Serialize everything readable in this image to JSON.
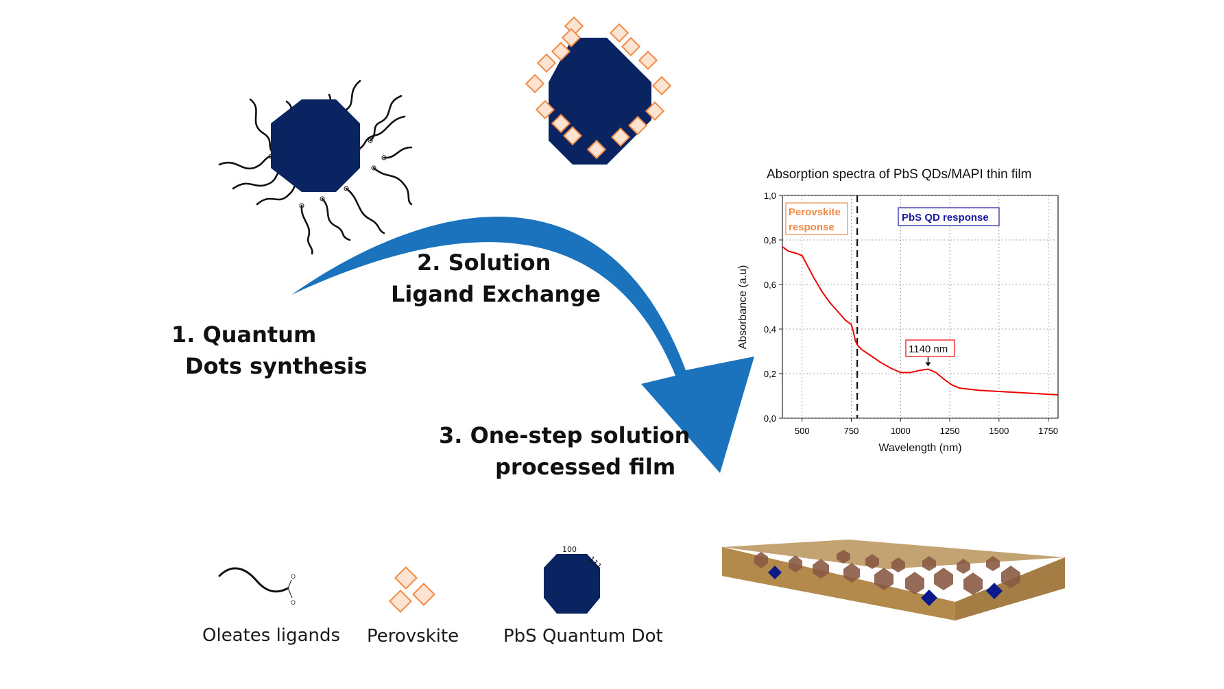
{
  "steps": {
    "s1": [
      "1.   Quantum",
      "Dots synthesis"
    ],
    "s2": [
      "2.   Solution",
      "Ligand Exchange"
    ],
    "s3": [
      "3.   One-step solution",
      "processed film"
    ]
  },
  "legend": {
    "ligand_label": "Oleates ligands",
    "perovskite_label": "Perovskite",
    "qd_label": "PbS Quantum Dot",
    "facet_100": "100",
    "facet_111": "111"
  },
  "ligand_atom_label": "O",
  "colors": {
    "qd_navy": "#0a2462",
    "perovskite_orange": "#f08a44",
    "perovskite_fill": "#fde3d2",
    "arrow_blue": "#1b73bd",
    "curve_red": "#ee0000",
    "film_brown": "#b89458"
  },
  "chart_data": {
    "type": "line",
    "title": "Absorption spectra of PbS QDs/MAPI thin film",
    "xlabel": "Wavelength (nm)",
    "ylabel": "Absorbance (a.u)",
    "xlim": [
      400,
      1800
    ],
    "ylim": [
      0.0,
      1.0
    ],
    "xticks": [
      500,
      750,
      1000,
      1250,
      1500,
      1750
    ],
    "yticks": [
      0.0,
      0.2,
      0.4,
      0.6,
      0.8,
      1.0
    ],
    "ytick_labels": [
      "0,0",
      "0,2",
      "0,4",
      "0,6",
      "0,8",
      "1,0"
    ],
    "grid": true,
    "vline_x": 780,
    "series": [
      {
        "x": [
          400,
          430,
          470,
          500,
          530,
          560,
          600,
          640,
          680,
          720,
          750,
          760,
          770,
          780,
          800,
          850,
          900,
          950,
          1000,
          1050,
          1100,
          1140,
          1180,
          1220,
          1260,
          1300,
          1400,
          1500,
          1600,
          1700,
          1800
        ],
        "y": [
          0.77,
          0.75,
          0.74,
          0.73,
          0.68,
          0.63,
          0.57,
          0.52,
          0.48,
          0.44,
          0.42,
          0.39,
          0.35,
          0.33,
          0.31,
          0.28,
          0.25,
          0.225,
          0.205,
          0.205,
          0.215,
          0.22,
          0.205,
          0.175,
          0.15,
          0.135,
          0.125,
          0.12,
          0.115,
          0.11,
          0.105
        ]
      }
    ],
    "annotations": [
      {
        "text": "Perovskite\nresponse",
        "lines": [
          "Perovskite",
          "response"
        ],
        "color": "#f08a44"
      },
      {
        "text": "PbS QD response",
        "color": "#1a1aa0"
      },
      {
        "text": "1140 nm",
        "x": 1140,
        "y": 0.22,
        "color": "#ee0000"
      }
    ]
  }
}
